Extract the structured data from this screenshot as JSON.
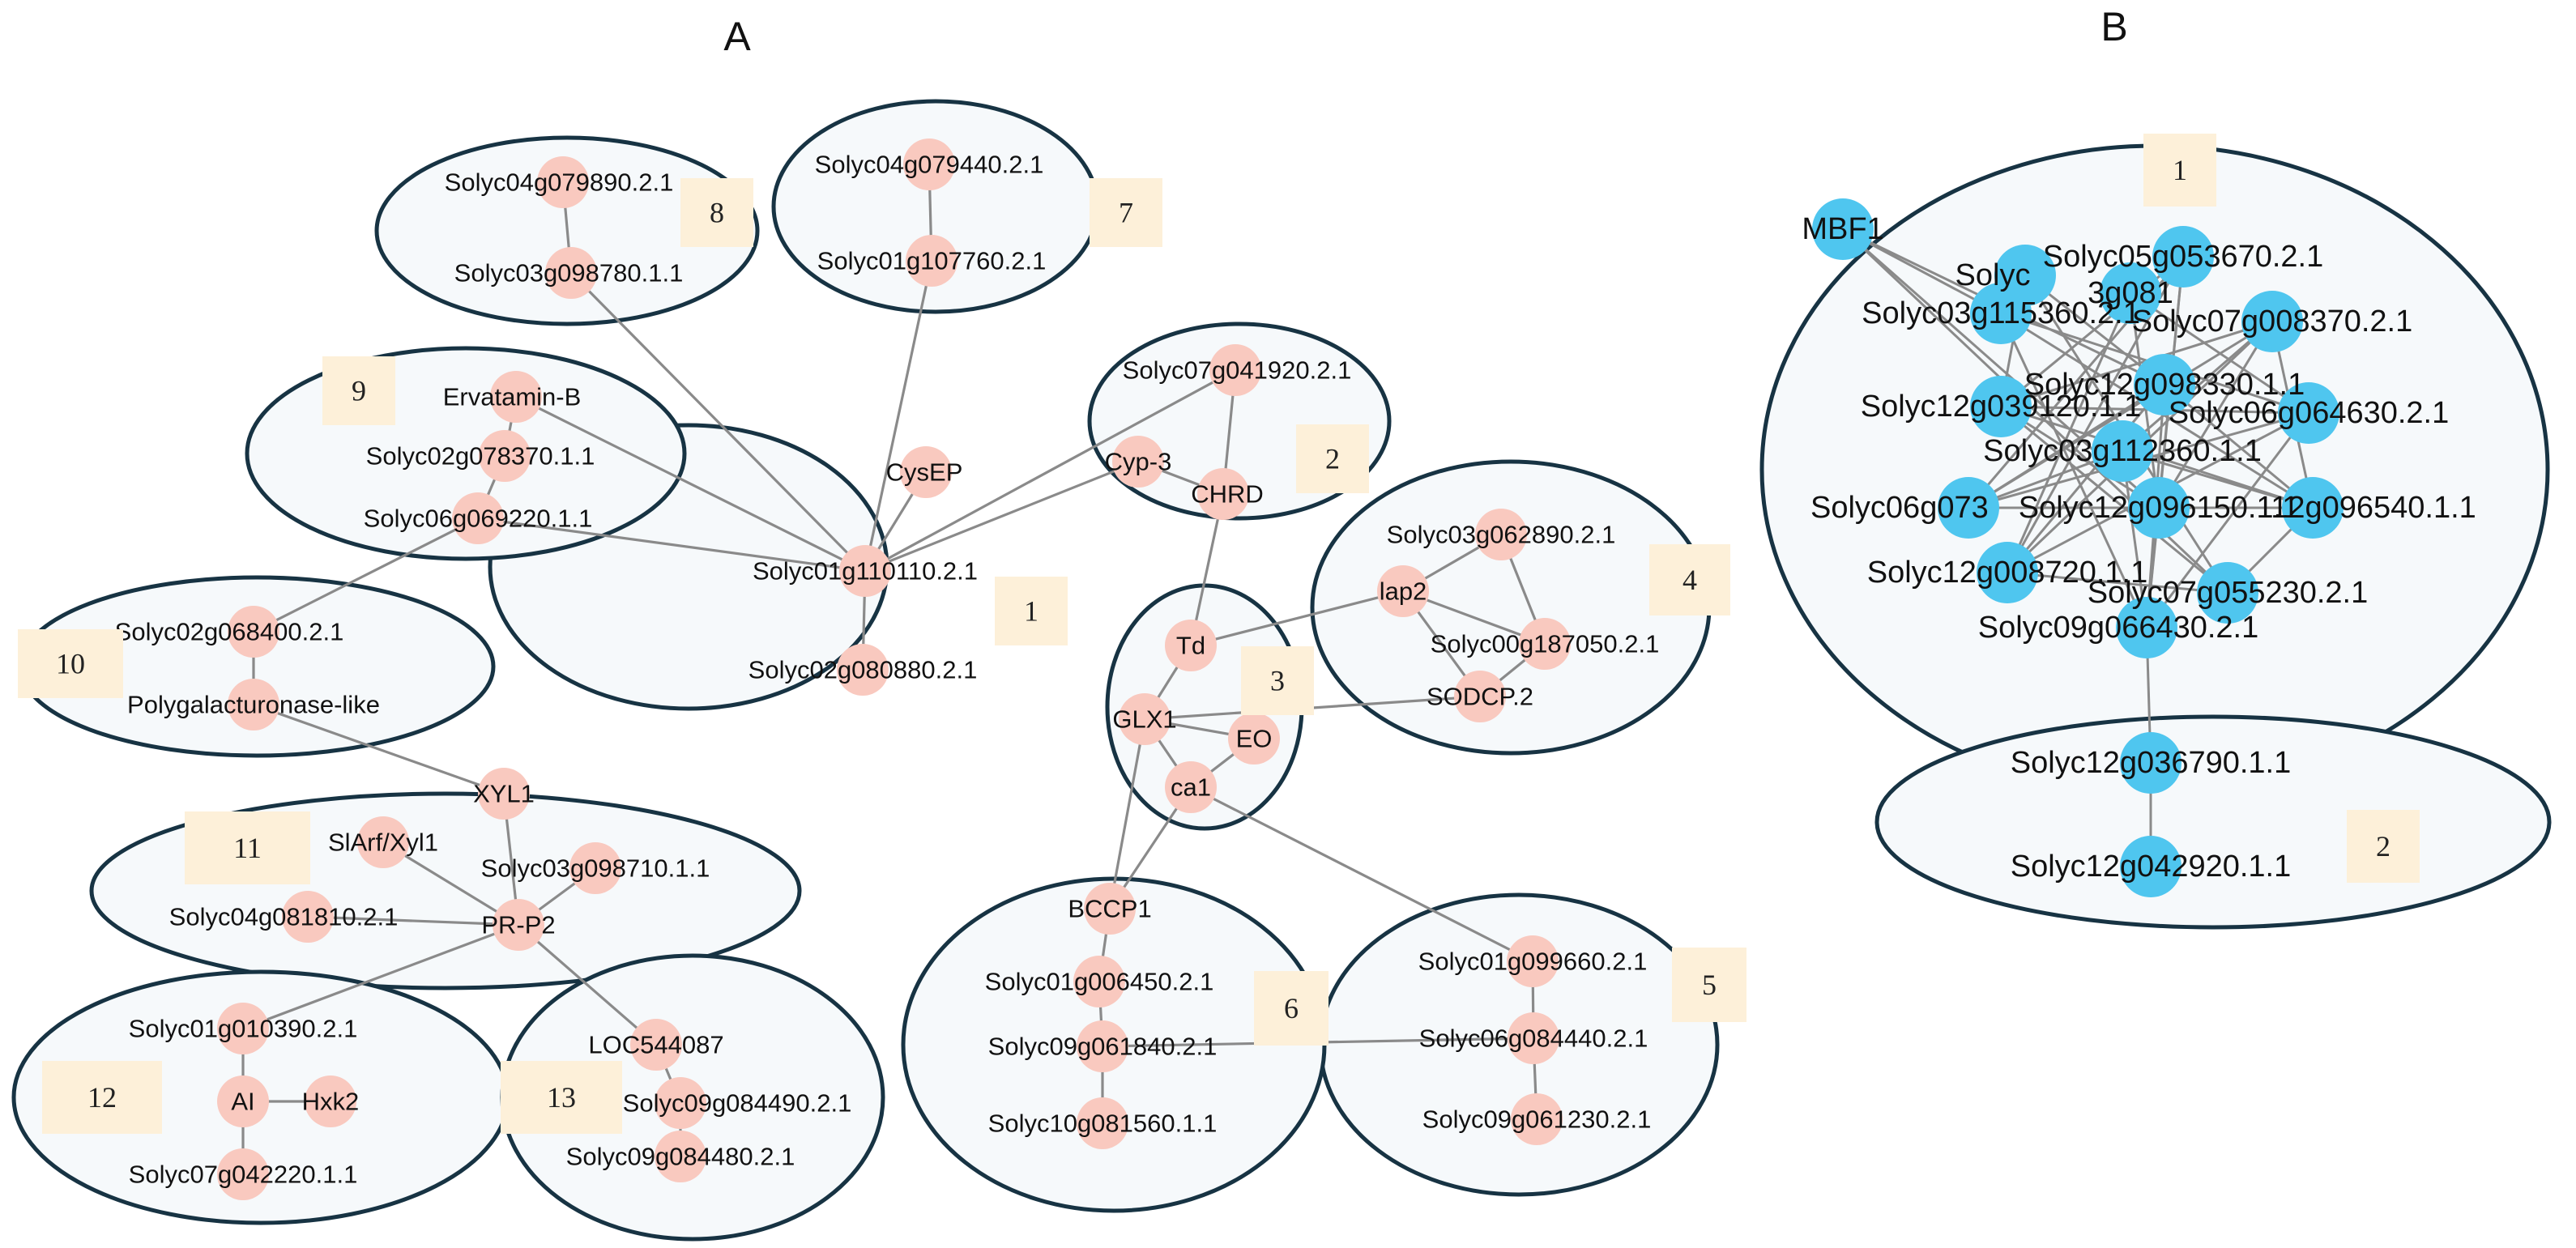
{
  "panels": {
    "a": {
      "title": "A",
      "colors": {
        "node": "#f9c9bf",
        "edge": "#8a8a8a",
        "cluster_fill": "#f6f9fb",
        "cluster_stroke": "#173343",
        "badge": "#fdf0d9"
      },
      "clusters": [
        {
          "id": "a1",
          "number": "1"
        },
        {
          "id": "a2",
          "number": "2"
        },
        {
          "id": "a3",
          "number": "3"
        },
        {
          "id": "a4",
          "number": "4"
        },
        {
          "id": "a5",
          "number": "5"
        },
        {
          "id": "a6",
          "number": "6"
        },
        {
          "id": "a7",
          "number": "7"
        },
        {
          "id": "a8",
          "number": "8"
        },
        {
          "id": "a9",
          "number": "9"
        },
        {
          "id": "a10",
          "number": "10"
        },
        {
          "id": "a11",
          "number": "11"
        },
        {
          "id": "a12",
          "number": "12"
        },
        {
          "id": "a13",
          "number": "13"
        }
      ],
      "nodes": [
        {
          "id": "a_solyc01g110110",
          "label": "Solyc01g110110.2.1",
          "cluster": "a1"
        },
        {
          "id": "a_cysep",
          "label": "CysEP",
          "cluster": "a1"
        },
        {
          "id": "a_solyc02g080880",
          "label": "Solyc02g080880.2.1",
          "cluster": "a1"
        },
        {
          "id": "a_solyc07g041920",
          "label": "Solyc07g041920.2.1",
          "cluster": "a2"
        },
        {
          "id": "a_cyp3",
          "label": "Cyp-3",
          "cluster": "a2"
        },
        {
          "id": "a_chrd",
          "label": "CHRD",
          "cluster": "a2"
        },
        {
          "id": "a_td",
          "label": "Td",
          "cluster": "a3"
        },
        {
          "id": "a_glx1",
          "label": "GLX1",
          "cluster": "a3"
        },
        {
          "id": "a_eo",
          "label": "EO",
          "cluster": "a3"
        },
        {
          "id": "a_ca1",
          "label": "ca1",
          "cluster": "a3"
        },
        {
          "id": "a_solyc03g062890",
          "label": "Solyc03g062890.2.1",
          "cluster": "a4"
        },
        {
          "id": "a_lap2",
          "label": "lap2",
          "cluster": "a4"
        },
        {
          "id": "a_solyc00g187050",
          "label": "Solyc00g187050.2.1",
          "cluster": "a4"
        },
        {
          "id": "a_sodcp2",
          "label": "SODCP.2",
          "cluster": "a4"
        },
        {
          "id": "a_solyc01g099660",
          "label": "Solyc01g099660.2.1",
          "cluster": "a5"
        },
        {
          "id": "a_solyc06g084440",
          "label": "Solyc06g084440.2.1",
          "cluster": "a5"
        },
        {
          "id": "a_solyc09g061230",
          "label": "Solyc09g061230.2.1",
          "cluster": "a5"
        },
        {
          "id": "a_bccp1",
          "label": "BCCP1",
          "cluster": "a6"
        },
        {
          "id": "a_solyc01g006450",
          "label": "Solyc01g006450.2.1",
          "cluster": "a6"
        },
        {
          "id": "a_solyc09g061840",
          "label": "Solyc09g061840.2.1",
          "cluster": "a6"
        },
        {
          "id": "a_solyc10g081560",
          "label": "Solyc10g081560.1.1",
          "cluster": "a6"
        },
        {
          "id": "a_solyc04g079440",
          "label": "Solyc04g079440.2.1",
          "cluster": "a7"
        },
        {
          "id": "a_solyc01g107760",
          "label": "Solyc01g107760.2.1",
          "cluster": "a7"
        },
        {
          "id": "a_solyc04g079890",
          "label": "Solyc04g079890.2.1",
          "cluster": "a8"
        },
        {
          "id": "a_solyc03g098780",
          "label": "Solyc03g098780.1.1",
          "cluster": "a8"
        },
        {
          "id": "a_ervatamin",
          "label": "Ervatamin-B",
          "cluster": "a9"
        },
        {
          "id": "a_solyc02g078370",
          "label": "Solyc02g078370.1.1",
          "cluster": "a9"
        },
        {
          "id": "a_solyc06g069220",
          "label": "Solyc06g069220.1.1",
          "cluster": "a9"
        },
        {
          "id": "a_solyc02g068400",
          "label": "Solyc02g068400.2.1",
          "cluster": "a10"
        },
        {
          "id": "a_polygal",
          "label": "Polygalacturonase-like",
          "cluster": "a10"
        },
        {
          "id": "a_xyl1",
          "label": "XYL1",
          "cluster": "a11"
        },
        {
          "id": "a_slarf",
          "label": "SlArf/Xyl1",
          "cluster": "a11"
        },
        {
          "id": "a_solyc03g098710",
          "label": "Solyc03g098710.1.1",
          "cluster": "a11"
        },
        {
          "id": "a_solyc04g081810",
          "label": "Solyc04g081810.2.1",
          "cluster": "a11"
        },
        {
          "id": "a_prp2",
          "label": "PR-P2",
          "cluster": "a11"
        },
        {
          "id": "a_solyc01g010390",
          "label": "Solyc01g010390.2.1",
          "cluster": "a12"
        },
        {
          "id": "a_ai",
          "label": "AI",
          "cluster": "a12"
        },
        {
          "id": "a_hxk2",
          "label": "Hxk2",
          "cluster": "a12"
        },
        {
          "id": "a_solyc07g042220",
          "label": "Solyc07g042220.1.1",
          "cluster": "a12"
        },
        {
          "id": "a_loc544087",
          "label": "LOC544087",
          "cluster": "a13"
        },
        {
          "id": "a_solyc09g084490",
          "label": "Solyc09g084490.2.1",
          "cluster": "a13"
        },
        {
          "id": "a_solyc09g084480",
          "label": "Solyc09g084480.2.1",
          "cluster": "a13"
        }
      ],
      "edges": [
        [
          "a_solyc01g110110",
          "a_cysep"
        ],
        [
          "a_solyc01g110110",
          "a_solyc02g080880"
        ],
        [
          "a_solyc01g110110",
          "a_cyp3"
        ],
        [
          "a_solyc01g110110",
          "a_solyc07g041920"
        ],
        [
          "a_solyc01g110110",
          "a_solyc01g107760"
        ],
        [
          "a_solyc01g110110",
          "a_solyc03g098780"
        ],
        [
          "a_solyc01g110110",
          "a_ervatamin"
        ],
        [
          "a_solyc01g110110",
          "a_solyc06g069220"
        ],
        [
          "a_solyc07g041920",
          "a_chrd"
        ],
        [
          "a_cyp3",
          "a_chrd"
        ],
        [
          "a_chrd",
          "a_td"
        ],
        [
          "a_td",
          "a_glx1"
        ],
        [
          "a_td",
          "a_lap2"
        ],
        [
          "a_glx1",
          "a_eo"
        ],
        [
          "a_glx1",
          "a_ca1"
        ],
        [
          "a_glx1",
          "a_sodcp2"
        ],
        [
          "a_ca1",
          "a_eo"
        ],
        [
          "a_glx1",
          "a_bccp1"
        ],
        [
          "a_ca1",
          "a_bccp1"
        ],
        [
          "a_ca1",
          "a_solyc01g099660"
        ],
        [
          "a_lap2",
          "a_solyc03g062890"
        ],
        [
          "a_lap2",
          "a_solyc00g187050"
        ],
        [
          "a_lap2",
          "a_sodcp2"
        ],
        [
          "a_solyc03g062890",
          "a_solyc00g187050"
        ],
        [
          "a_solyc00g187050",
          "a_sodcp2"
        ],
        [
          "a_solyc01g099660",
          "a_solyc06g084440"
        ],
        [
          "a_solyc06g084440",
          "a_solyc09g061230"
        ],
        [
          "a_solyc09g061840",
          "a_solyc06g084440"
        ],
        [
          "a_bccp1",
          "a_solyc01g006450"
        ],
        [
          "a_solyc01g006450",
          "a_solyc09g061840"
        ],
        [
          "a_solyc09g061840",
          "a_solyc10g081560"
        ],
        [
          "a_solyc04g079440",
          "a_solyc01g107760"
        ],
        [
          "a_solyc04g079890",
          "a_solyc03g098780"
        ],
        [
          "a_ervatamin",
          "a_solyc02g078370"
        ],
        [
          "a_solyc02g078370",
          "a_solyc06g069220"
        ],
        [
          "a_solyc06g069220",
          "a_solyc02g068400"
        ],
        [
          "a_solyc02g068400",
          "a_polygal"
        ],
        [
          "a_polygal",
          "a_xyl1"
        ],
        [
          "a_xyl1",
          "a_prp2"
        ],
        [
          "a_slarf",
          "a_prp2"
        ],
        [
          "a_solyc03g098710",
          "a_prp2"
        ],
        [
          "a_solyc04g081810",
          "a_prp2"
        ],
        [
          "a_prp2",
          "a_solyc01g010390"
        ],
        [
          "a_prp2",
          "a_loc544087"
        ],
        [
          "a_solyc01g010390",
          "a_ai"
        ],
        [
          "a_ai",
          "a_hxk2"
        ],
        [
          "a_ai",
          "a_solyc07g042220"
        ],
        [
          "a_loc544087",
          "a_solyc09g084490"
        ],
        [
          "a_solyc09g084490",
          "a_solyc09g084480"
        ]
      ]
    },
    "b": {
      "title": "B",
      "colors": {
        "node": "#4fc6ef",
        "edge": "#8a8a8a",
        "cluster_fill": "#f6f9fb",
        "cluster_stroke": "#173343",
        "badge": "#fdf0d9"
      },
      "clusters": [
        {
          "id": "b1",
          "number": "1"
        },
        {
          "id": "b2",
          "number": "2"
        }
      ],
      "nodes": [
        {
          "id": "b_mbf1",
          "label": "MBF1",
          "cluster": "b1"
        },
        {
          "id": "b_solyc_partial",
          "label": "Solyc",
          "cluster": "b1"
        },
        {
          "id": "b_solyc05g053670",
          "label": "Solyc05g053670.2.1",
          "cluster": "b1"
        },
        {
          "id": "b_g081",
          "label": "3g081",
          "cluster": "b1"
        },
        {
          "id": "b_solyc03g115360",
          "label": "Solyc03g115360.2.1",
          "cluster": "b1"
        },
        {
          "id": "b_solyc07g008370",
          "label": "Solyc07g008370.2.1",
          "cluster": "b1"
        },
        {
          "id": "b_solyc12g039120",
          "label": "Solyc12g039120.1.1",
          "cluster": "b1"
        },
        {
          "id": "b_solyc12g098330",
          "label": "Solyc12g098330.1.1",
          "cluster": "b1"
        },
        {
          "id": "b_solyc06g064630",
          "label": "Solyc06g064630.2.1",
          "cluster": "b1"
        },
        {
          "id": "b_solyc03g112360",
          "label": "Solyc03g112360.1.1",
          "cluster": "b1"
        },
        {
          "id": "b_solyc06g073",
          "label": "Solyc06g073",
          "cluster": "b1"
        },
        {
          "id": "b_solyc12g096150",
          "label": "Solyc12g096150.1.1",
          "cluster": "b1"
        },
        {
          "id": "b_solyc12g096540",
          "label": "12g096540.1.1",
          "cluster": "b1"
        },
        {
          "id": "b_solyc12g008720",
          "label": "Solyc12g008720.1.1",
          "cluster": "b1"
        },
        {
          "id": "b_solyc07g055230",
          "label": "Solyc07g055230.2.1",
          "cluster": "b1"
        },
        {
          "id": "b_solyc09g066430",
          "label": "Solyc09g066430.2.1",
          "cluster": "b1"
        },
        {
          "id": "b_solyc12g036790",
          "label": "Solyc12g036790.1.1",
          "cluster": "b2"
        },
        {
          "id": "b_solyc12g042920",
          "label": "Solyc12g042920.1.1",
          "cluster": "b2"
        }
      ],
      "edges": [
        [
          "b_mbf1",
          "b_solyc12g098330"
        ],
        [
          "b_mbf1",
          "b_solyc03g115360"
        ],
        [
          "b_mbf1",
          "b_solyc12g096150"
        ],
        [
          "b_mbf1",
          "b_solyc07g055230"
        ],
        [
          "b_solyc05g053670",
          "b_solyc12g008720"
        ],
        [
          "b_solyc05g053670",
          "b_solyc06g073"
        ],
        [
          "b_solyc05g053670",
          "b_solyc12g039120"
        ],
        [
          "b_solyc05g053670",
          "b_solyc09g066430"
        ],
        [
          "b_solyc07g008370",
          "b_solyc06g073"
        ],
        [
          "b_solyc07g008370",
          "b_solyc12g008720"
        ],
        [
          "b_solyc07g008370",
          "b_solyc12g039120"
        ],
        [
          "b_solyc07g008370",
          "b_solyc12g096540"
        ],
        [
          "b_solyc03g115360",
          "b_solyc12g096540"
        ],
        [
          "b_solyc03g115360",
          "b_solyc06g064630"
        ],
        [
          "b_solyc03g115360",
          "b_solyc09g066430"
        ],
        [
          "b_solyc12g039120",
          "b_solyc06g064630"
        ],
        [
          "b_solyc12g039120",
          "b_solyc12g096540"
        ],
        [
          "b_solyc12g039120",
          "b_solyc07g055230"
        ],
        [
          "b_solyc06g064630",
          "b_solyc06g073"
        ],
        [
          "b_solyc06g064630",
          "b_solyc12g008720"
        ],
        [
          "b_solyc06g064630",
          "b_solyc09g066430"
        ],
        [
          "b_solyc12g098330",
          "b_solyc06g073"
        ],
        [
          "b_solyc12g098330",
          "b_solyc12g008720"
        ],
        [
          "b_solyc12g098330",
          "b_solyc12g096540"
        ],
        [
          "b_solyc12g098330",
          "b_solyc09g066430"
        ],
        [
          "b_solyc03g112360",
          "b_solyc12g096540"
        ],
        [
          "b_solyc03g112360",
          "b_solyc07g008370"
        ],
        [
          "b_solyc03g112360",
          "b_solyc06g073"
        ],
        [
          "b_solyc03g112360",
          "b_solyc09g066430"
        ],
        [
          "b_solyc12g096150",
          "b_solyc07g008370"
        ],
        [
          "b_solyc12g096150",
          "b_solyc12g039120"
        ],
        [
          "b_solyc12g096150",
          "b_solyc05g053670"
        ],
        [
          "b_solyc12g096150",
          "b_solyc09g066430"
        ],
        [
          "b_solyc12g096150",
          "b_solyc12g096540"
        ],
        [
          "b_solyc12g096150",
          "b_solyc06g073"
        ],
        [
          "b_g081",
          "b_solyc12g096150"
        ],
        [
          "b_g081",
          "b_solyc12g008720"
        ],
        [
          "b_g081",
          "b_solyc06g064630"
        ],
        [
          "b_solyc_partial",
          "b_solyc12g098330"
        ],
        [
          "b_solyc_partial",
          "b_solyc12g039120"
        ],
        [
          "b_solyc_partial",
          "b_solyc07g055230"
        ],
        [
          "b_solyc12g008720",
          "b_solyc07g055230"
        ],
        [
          "b_solyc07g055230",
          "b_solyc12g096540"
        ],
        [
          "b_solyc09g066430",
          "b_solyc12g036790"
        ],
        [
          "b_solyc12g036790",
          "b_solyc12g042920"
        ]
      ]
    }
  }
}
